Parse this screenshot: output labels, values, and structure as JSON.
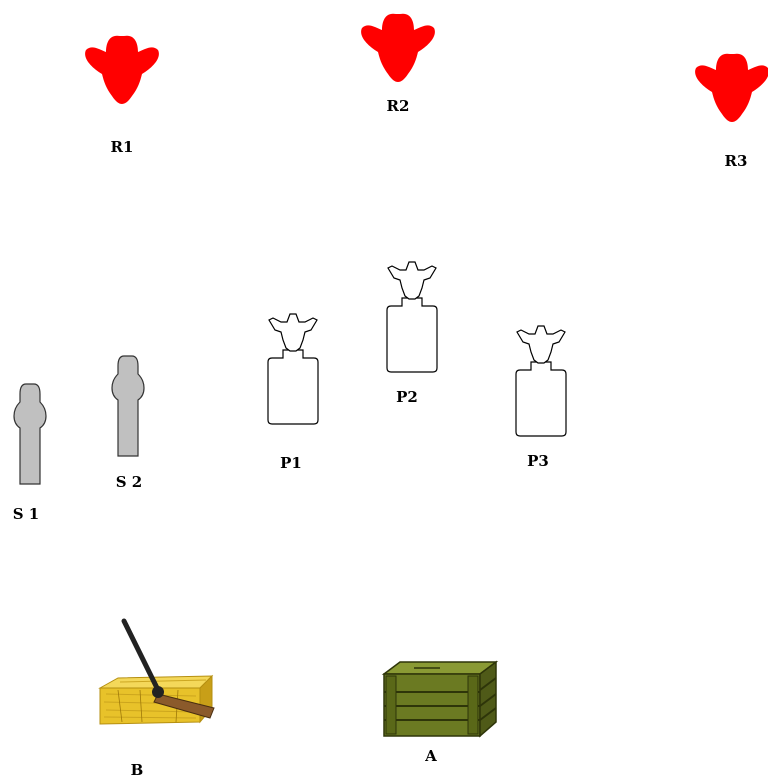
{
  "targets": {
    "rifle": [
      {
        "id": "r1",
        "label": "R1"
      },
      {
        "id": "r2",
        "label": "R2"
      },
      {
        "id": "r3",
        "label": "R3"
      }
    ],
    "pistol": [
      {
        "id": "p1",
        "label": "P1"
      },
      {
        "id": "p2",
        "label": "P2"
      },
      {
        "id": "p3",
        "label": "P3"
      }
    ],
    "shotgun": [
      {
        "id": "s1",
        "label": "S 1"
      },
      {
        "id": "s2",
        "label": "S 2"
      }
    ]
  },
  "props": {
    "hay_bale": {
      "label": "B",
      "icon": "hay-bale-with-rifle-icon"
    },
    "ammo_crate": {
      "label": "A",
      "icon": "wooden-crate-icon"
    }
  },
  "colors": {
    "rifle_target": "#ff0000",
    "shotgun_target": "#c0c0c0",
    "pistol_target": "#ffffff",
    "hay": "#e8c22a",
    "crate": "#6b7a22"
  }
}
